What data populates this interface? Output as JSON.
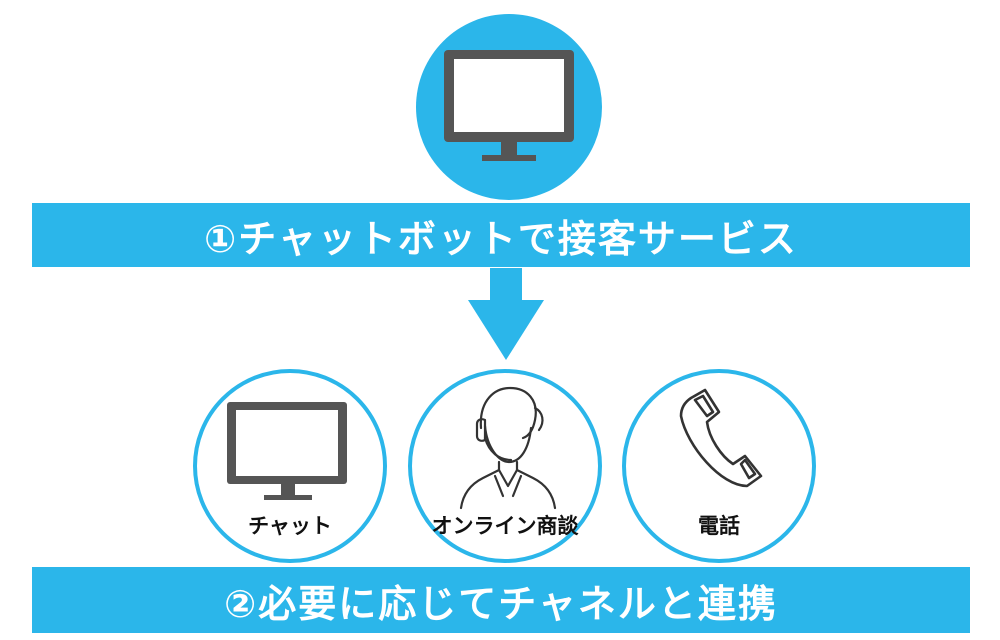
{
  "colors": {
    "accent": "#2bb6ea",
    "icon_gray": "#555555",
    "banner_text": "#ffffff"
  },
  "step1": {
    "icon": "monitor-icon",
    "label": "①チャットボットで接客サービス"
  },
  "flow": {
    "icon": "down-arrow-icon"
  },
  "channels": [
    {
      "icon": "monitor-icon",
      "label": "チャット"
    },
    {
      "icon": "operator-headset-icon",
      "label": "オンライン商談"
    },
    {
      "icon": "phone-handset-icon",
      "label": "電話"
    }
  ],
  "step2": {
    "label": "②必要に応じてチャネルと連携"
  }
}
